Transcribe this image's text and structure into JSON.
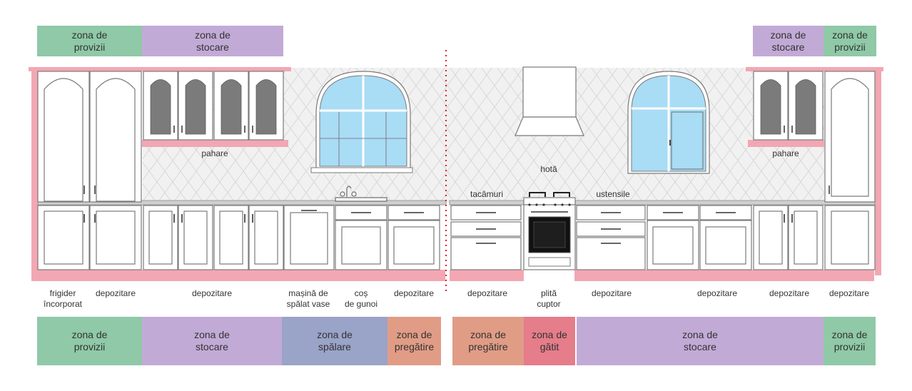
{
  "top_zones": [
    {
      "line1": "zona de",
      "line2": "provizii",
      "color": "#8fc9a7"
    },
    {
      "line1": "zona de",
      "line2": "stocare",
      "color": "#c2aad6"
    },
    {
      "line1": "zona de",
      "line2": "stocare",
      "color": "#c2aad6"
    },
    {
      "line1": "zona de",
      "line2": "provizii",
      "color": "#8fc9a7"
    }
  ],
  "bottom_zones": [
    {
      "line1": "zona de",
      "line2": "provizii",
      "color": "#8fc9a7"
    },
    {
      "line1": "zona de",
      "line2": "stocare",
      "color": "#c2aad6"
    },
    {
      "line1": "zona de",
      "line2": "spălare",
      "color": "#9aa3c8"
    },
    {
      "line1": "zona de",
      "line2": "pregătire",
      "color": "#e19c86"
    },
    {
      "line1": "zona de",
      "line2": "pregătire",
      "color": "#e19c86"
    },
    {
      "line1": "zona de",
      "line2": "gătit",
      "color": "#e57d8a"
    },
    {
      "line1": "zona de",
      "line2": "stocare",
      "color": "#c2aad6"
    },
    {
      "line1": "zona de",
      "line2": "provizii",
      "color": "#8fc9a7"
    }
  ],
  "item_labels": [
    {
      "line1": "frigider",
      "line2": "încorporat"
    },
    {
      "line1": "depozitare",
      "line2": ""
    },
    {
      "line1": "depozitare",
      "line2": ""
    },
    {
      "line1": "mașină de",
      "line2": "spălat vase"
    },
    {
      "line1": "coș",
      "line2": "de gunoi"
    },
    {
      "line1": "depozitare",
      "line2": ""
    },
    {
      "line1": "depozitare",
      "line2": ""
    },
    {
      "line1": "plită",
      "line2": "cuptor"
    },
    {
      "line1": "depozitare",
      "line2": ""
    },
    {
      "line1": "depozitare",
      "line2": ""
    },
    {
      "line1": "depozitare",
      "line2": ""
    },
    {
      "line1": "depozitare",
      "line2": ""
    }
  ],
  "inline_labels": {
    "pahare_left": "pahare",
    "pahare_right": "pahare",
    "hota": "hotă",
    "tacamuri": "tacâmuri",
    "ustensile": "ustensile"
  },
  "colors": {
    "pink": "#f2a7b3",
    "divider": "#d9262c",
    "cabinet_stroke": "#7a7a7a",
    "glass": "#7b7b7b",
    "window": "#a9dcf5"
  }
}
